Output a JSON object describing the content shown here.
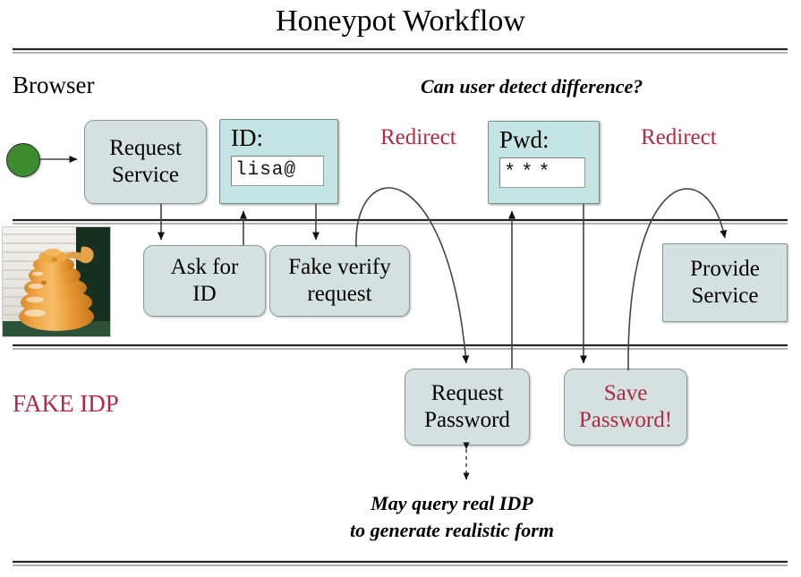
{
  "title": "Honeypot Workflow",
  "lanes": [
    {
      "id": "browser",
      "label": "Browser"
    },
    {
      "id": "honeypot",
      "label": ""
    },
    {
      "id": "fake-idp",
      "label": "FAKE IDP"
    }
  ],
  "annotations": {
    "detect_question": "Can user detect difference?",
    "idp_note_line1": "May query real IDP",
    "idp_note_line2": "to generate realistic form"
  },
  "edge_labels": {
    "redirect_1": "Redirect",
    "redirect_2": "Redirect"
  },
  "forms": [
    {
      "id": "id-form",
      "label": "ID:",
      "value": "lisa@",
      "masked": false
    },
    {
      "id": "pwd-form",
      "label": "Pwd:",
      "value": "***",
      "masked": true
    }
  ],
  "nodes": [
    {
      "id": "request-service",
      "line1": "Request",
      "line2": "Service",
      "lane": "browser",
      "danger": false,
      "shape": "rounded"
    },
    {
      "id": "ask-for-id",
      "line1": "Ask for",
      "line2": "ID",
      "lane": "honeypot",
      "danger": false,
      "shape": "rounded"
    },
    {
      "id": "fake-verify-request",
      "line1": "Fake verify",
      "line2": "request",
      "lane": "honeypot",
      "danger": false,
      "shape": "rounded"
    },
    {
      "id": "provide-service",
      "line1": "Provide",
      "line2": "Service",
      "lane": "honeypot",
      "danger": false,
      "shape": "square"
    },
    {
      "id": "request-password",
      "line1": "Request",
      "line2": "Password",
      "lane": "fake-idp",
      "danger": false,
      "shape": "rounded"
    },
    {
      "id": "save-password",
      "line1": "Save",
      "line2": "Password!",
      "lane": "fake-idp",
      "danger": true,
      "shape": "rounded"
    }
  ],
  "colors": {
    "node_fill": "#d5e1e1",
    "form_fill": "#c4e3e3",
    "danger_text": "#b02a43",
    "start_node": "#3f8b2f",
    "line": "#1a1a1a"
  },
  "icons": {
    "start": "start-node-circle",
    "honeypot": "honeypot-jar-photo"
  }
}
